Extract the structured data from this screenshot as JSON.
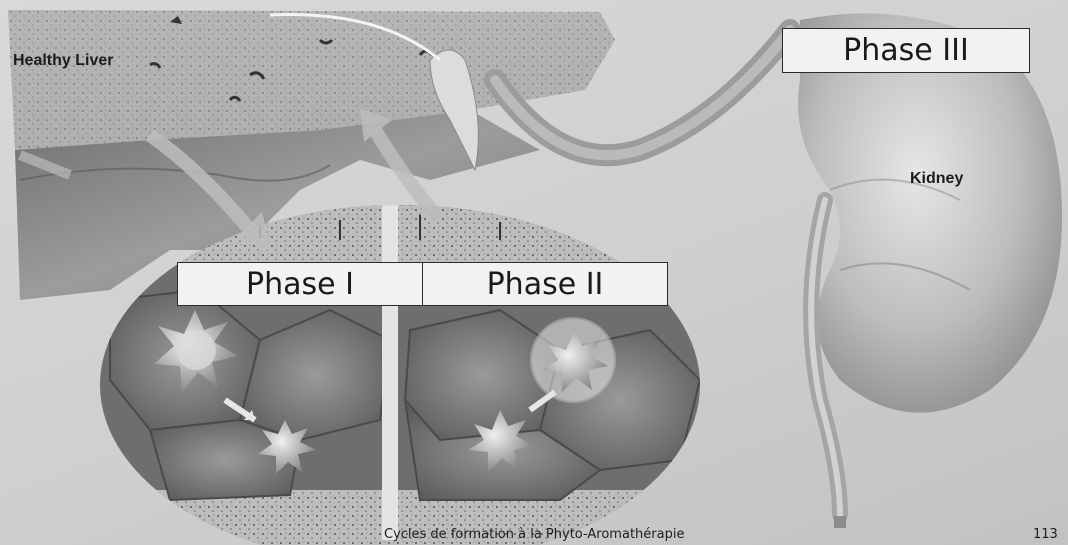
{
  "labels": {
    "healthy_liver": "Healthy Liver",
    "kidney": "Kidney"
  },
  "phases": {
    "phase_1": "Phase I",
    "phase_2": "Phase II",
    "phase_3": "Phase III"
  },
  "footer": {
    "caption": "Cycles de formation à la Phyto-Aromathérapie",
    "page_number": "113"
  }
}
